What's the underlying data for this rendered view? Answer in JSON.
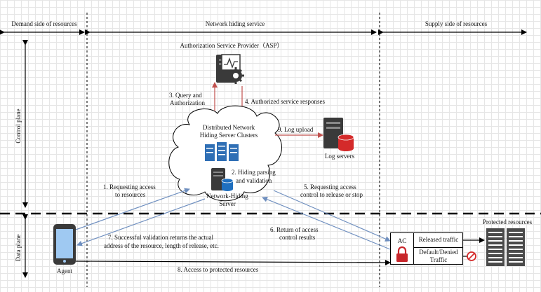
{
  "zones": {
    "demand": "Demand side of resources",
    "hiding": "Network hiding service",
    "supply": "Supply side of resources"
  },
  "planes": {
    "control": "Control plane",
    "data": "Data plane"
  },
  "asp": {
    "title": "Authorization Service Provider（ASP）"
  },
  "cluster": {
    "line1": "Distributed Network",
    "line2": "Hiding Server Clusters"
  },
  "nhs": {
    "line1": "Network-Hiding",
    "line2": "Server",
    "parse1": "2. Hiding parsing",
    "parse2": "and validation"
  },
  "log": {
    "label": "Log servers"
  },
  "agent": {
    "label": "Agent"
  },
  "ac": {
    "label": "AC",
    "released": "Released traffic",
    "denied1": "Default/Denied",
    "denied2": "Traffic"
  },
  "resources": {
    "label": "Protected resources"
  },
  "steps": {
    "s1a": "1. Requesting access",
    "s1b": "to resources",
    "s3a": "3. Query and",
    "s3b": "Authorization",
    "s4": "4. Authorized service responses",
    "s5a": "5. Requesting access",
    "s5b": "control to release or stop",
    "s6a": "6. Return of access",
    "s6b": "control results",
    "s7a": "7. Successful validation returns the actual",
    "s7b": "address of the resource, length of release, etc.",
    "s8": "8. Access to protected resources",
    "s9": "9. Log upload"
  },
  "colors": {
    "red_arrow": "#c0504d",
    "blue_arrow": "#6f8fbf",
    "phone": "#9fc9f2",
    "server_dark": "#3a3a3a",
    "lock": "#c8262b",
    "db": "#d42a2a",
    "db_blue": "#1f6fbf",
    "cluster_blue": "#2f6fb5"
  }
}
